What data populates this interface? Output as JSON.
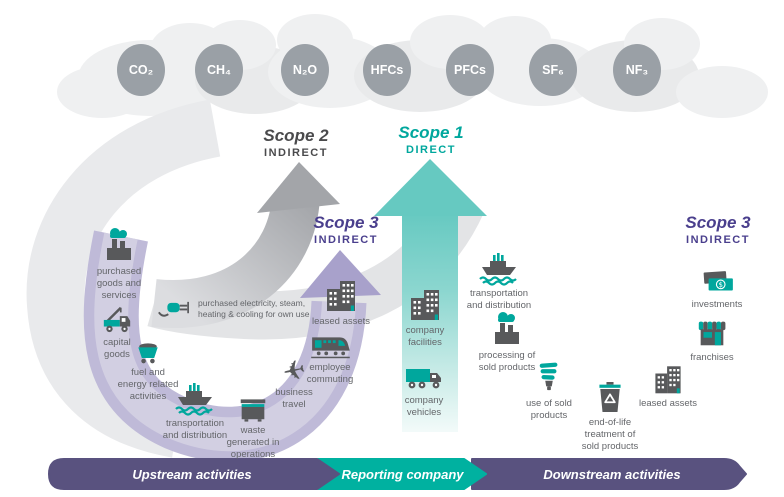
{
  "gases": [
    "CO₂",
    "CH₄",
    "N₂O",
    "HFCs",
    "PFCs",
    "SF₆",
    "NF₃"
  ],
  "scopes": {
    "scope2": {
      "title": "Scope 2",
      "type": "INDIRECT"
    },
    "scope1": {
      "title": "Scope 1",
      "type": "DIRECT"
    },
    "scope3_upstream": {
      "title": "Scope 3",
      "type": "INDIRECT"
    },
    "scope3_downstream": {
      "title": "Scope 3",
      "type": "INDIRECT"
    }
  },
  "upstream": {
    "purchased_goods": "purchased\ngoods and\nservices",
    "capital_goods": "capital\ngoods",
    "fuel_energy": "fuel and\nenergy related\nactivities",
    "transportation": "transportation\nand distribution",
    "waste": "waste\ngenerated in\noperations",
    "business_travel": "business\ntravel",
    "employee_commuting": "employee\ncommuting",
    "leased_assets": "leased assets",
    "purchased_electricity": "purchased electricity, steam,\nheating & cooling for own use"
  },
  "company": {
    "facilities": "company\nfacilities",
    "vehicles": "company\nvehicles"
  },
  "downstream": {
    "transportation": "transportation\nand distribution",
    "processing": "processing of\nsold products",
    "use_of_products": "use of sold\nproducts",
    "end_of_life": "end-of-life\ntreatment of\nsold products",
    "leased_assets": "leased assets",
    "franchises": "franchises",
    "investments": "investments"
  },
  "bars": {
    "upstream": "Upstream activities",
    "reporting": "Reporting company",
    "downstream": "Downstream activities"
  },
  "icons": {
    "airplane": "✈",
    "dollar": "$"
  },
  "colors": {
    "teal": "#00a79d",
    "teal_arrow": "#66c9c1",
    "purple_text": "#4a3f8d",
    "lavender_band": "#bfbad8",
    "lavender_arrow": "#a8a1cb",
    "gray_arrow": "#a3a5a9",
    "light_swirl": "#e9eaec",
    "icon_gray": "#58595b",
    "caption_gray": "#64666a",
    "gas_badge": "#9aa0a6",
    "cloud": "#eff0f1",
    "bar_purple": "#59527f",
    "bar_teal": "#00b1a0"
  }
}
